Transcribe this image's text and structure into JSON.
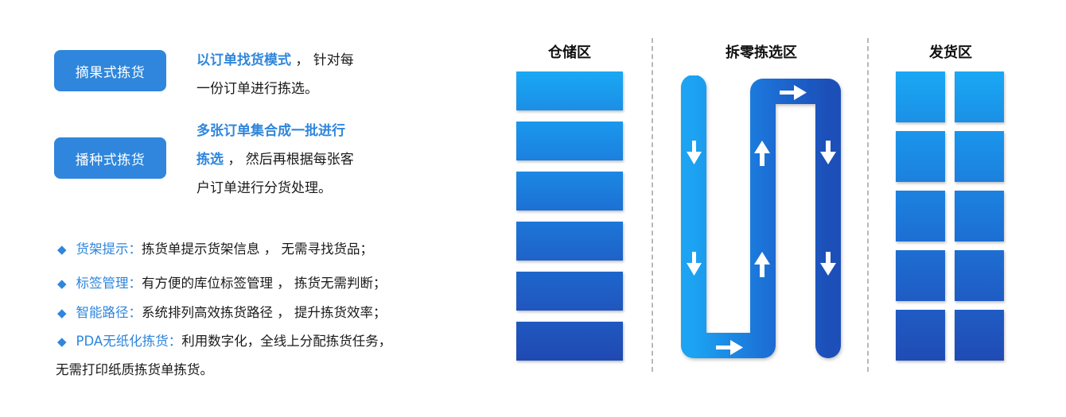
{
  "modes": [
    {
      "label": "摘果式拣货",
      "desc_highlight": "以订单找货模式",
      "desc_line1_rest": " ， 针对每",
      "desc_line2": "一份订单进行拣选。"
    },
    {
      "label": "播种式拣货",
      "desc_line1": "多张订单集合成一批进行",
      "desc_highlight": "拣选",
      "desc_line2_rest": " ， 然后再根据每张客",
      "desc_line3": "户订单进行分货处理。"
    }
  ],
  "features": [
    {
      "label": "货架提示：",
      "text": "拣货单提示货架信息 ， 无需寻找货品；"
    },
    {
      "label": "标签管理：",
      "text": "有方便的库位标签管理 ， 拣货无需判断；"
    },
    {
      "label": "智能路径：",
      "text": "系统排列高效拣货路径 ， 提升拣货效率；"
    },
    {
      "label": "PDA无纸化拣货：",
      "text": "利用数字化，全线上分配拣货任务，"
    }
  ],
  "features_last_line": "无需打印纸质拣货单拣货。",
  "zones": {
    "warehouse": "仓储区",
    "picking": "拆零拣选区",
    "shipping": "发货区"
  },
  "colors": {
    "accent": "#2f86dc",
    "gradient_light": "#1aa3f2",
    "gradient_dark": "#1f4fb8"
  },
  "icons": [
    "diamond-bullet-icon",
    "arrow-down-icon",
    "arrow-up-icon",
    "arrow-right-icon"
  ]
}
